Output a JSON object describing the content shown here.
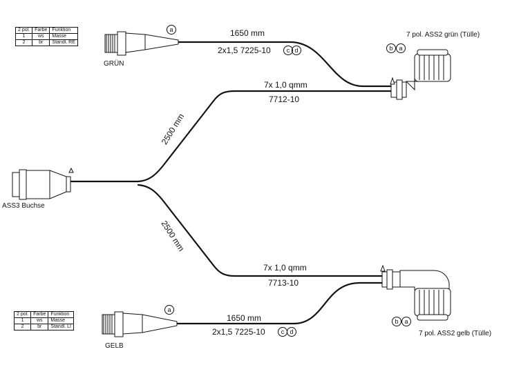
{
  "top": {
    "table": {
      "headers": [
        "2 pol.",
        "Farbe",
        "Funktion"
      ],
      "rows": [
        [
          "1",
          "ws",
          "Masse"
        ],
        [
          "2",
          "br",
          "Standl. RE"
        ]
      ]
    },
    "connector_label": "GRÜN",
    "marker_a": "a",
    "cable_length": "1650 mm",
    "cable_spec": "2x1,5  7225-10",
    "cable_marks": [
      "c",
      "d"
    ],
    "ass2_label": "7 pol. ASS2  grün (Tülle)",
    "ass2_marks": [
      "b",
      "a"
    ],
    "branch_spec": "7x 1,0 qmm",
    "branch_part": "7712-10",
    "branch_length": "2500 mm"
  },
  "bottom": {
    "table": {
      "headers": [
        "2 pol.",
        "Farbe",
        "Funktion"
      ],
      "rows": [
        [
          "1",
          "ws",
          "Masse"
        ],
        [
          "2",
          "br",
          "Standl. LI"
        ]
      ]
    },
    "connector_label": "GELB",
    "marker_a": "a",
    "cable_length": "1650 mm",
    "cable_spec": "2x1,5  7225-10",
    "cable_marks": [
      "c",
      "d"
    ],
    "ass2_label": "7 pol. ASS2  gelb  (Tülle)",
    "ass2_marks": [
      "b",
      "a"
    ],
    "branch_spec": "7x 1,0 qmm",
    "branch_part": "7713-10",
    "branch_length": "2500 mm"
  },
  "ass3_label": "ASS3 Buchse"
}
